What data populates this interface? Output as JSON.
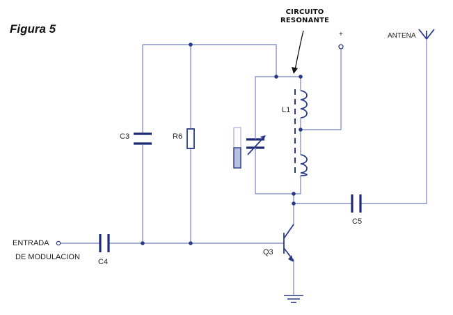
{
  "figure": {
    "title": "Figura 5"
  },
  "labels": {
    "circuito_line1": "CIRCUITO",
    "circuito_line2": "RESONANTE",
    "plus": "+",
    "antena": "ANTENA",
    "c3": "C3",
    "r6": "R6",
    "l1": "L1",
    "c5": "C5",
    "entrada": "ENTRADA",
    "de_modulacion": "DE MODULACION",
    "c4": "C4",
    "q3": "Q3"
  },
  "colors": {
    "wire": "#8a93c9",
    "component": "#2a3a86",
    "trimmer_fill": "#b9bfe0"
  }
}
